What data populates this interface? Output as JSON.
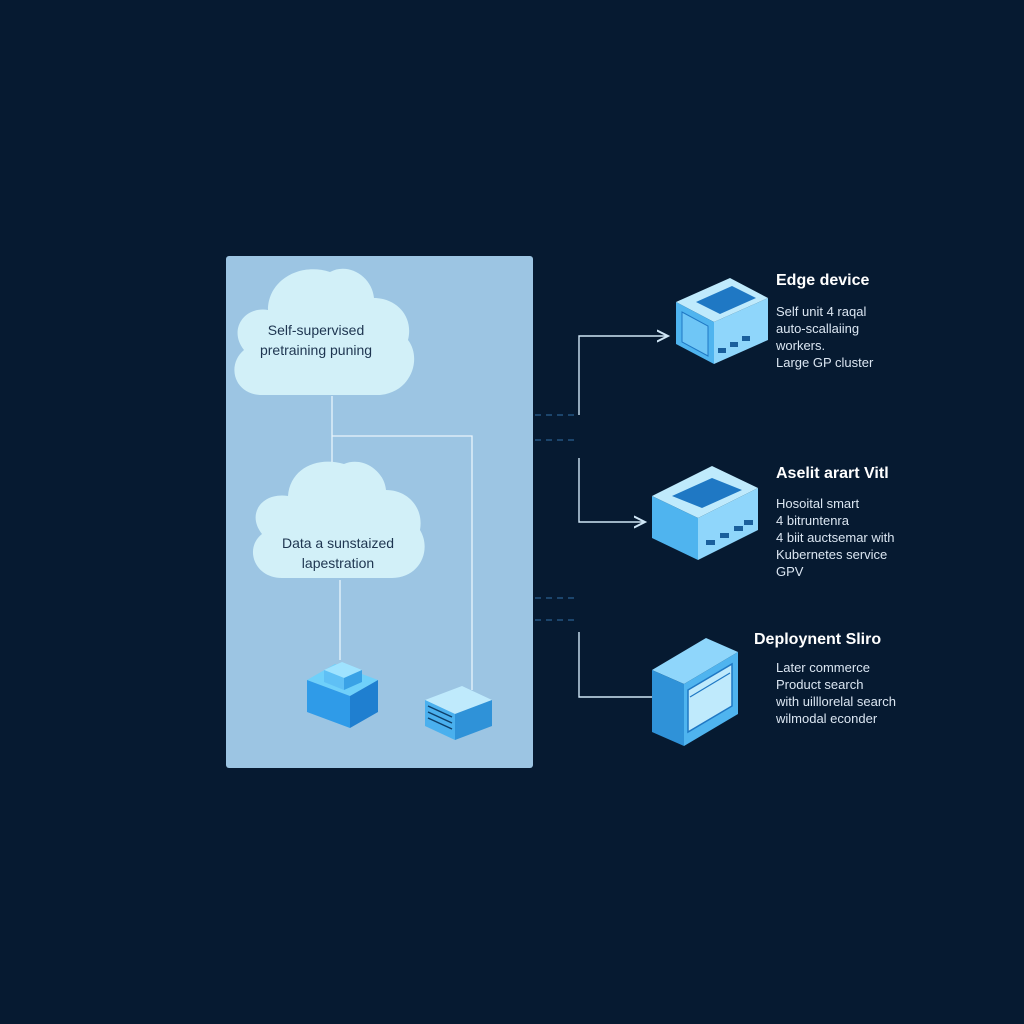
{
  "left_panel": {
    "cloud_top": {
      "lines": [
        "Self-supervised",
        "pretraining puning"
      ]
    },
    "cloud_middle": {
      "lines": [
        "Data a sunstaized",
        "lapestration"
      ]
    }
  },
  "nodes": [
    {
      "title": "Edge device",
      "lines": [
        "Self unit 4 raqal",
        "auto-scallaiing",
        "workers.",
        "Large GP cluster"
      ],
      "icon": "edge-device-icon"
    },
    {
      "title": "Aselit arart Vitl",
      "lines": [
        "Hosoital smart",
        "4 bitruntenra",
        "4 biit auctsemar with",
        "Kubernetes service",
        "GPV"
      ],
      "icon": "server-icon"
    },
    {
      "title": "Deploynent Sliro",
      "lines": [
        "Later commerce",
        "Product search",
        "with uilllorelal search",
        "wilmodal econder"
      ],
      "icon": "monitor-icon"
    }
  ],
  "colors": {
    "background": "#061a31",
    "panel": "#9cc5e3",
    "cloud": "#d2f0f8",
    "accent": "#4fb4ef",
    "line": "#cfe6f6"
  }
}
